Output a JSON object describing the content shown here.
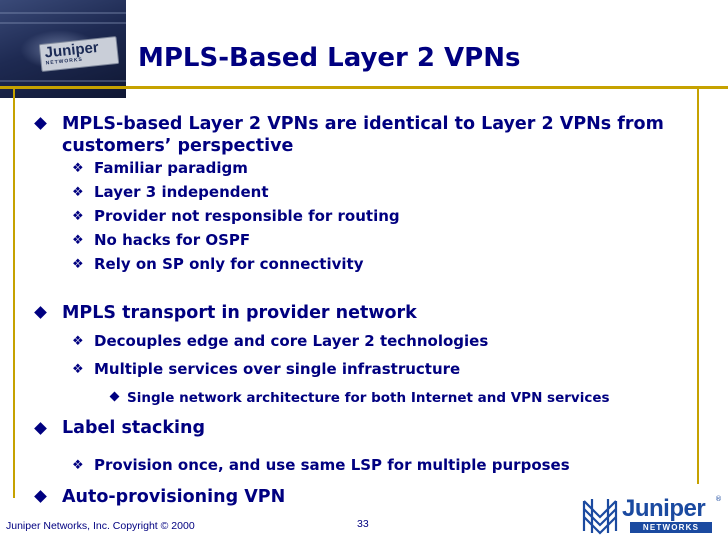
{
  "slide": {
    "title": "MPLS-Based Layer 2 VPNs",
    "header_logo": {
      "name": "Juniper",
      "sub": "NETWORKS"
    },
    "bullets": {
      "b1": {
        "line1": "MPLS-based Layer 2 VPNs are identical to Layer 2 VPNs from",
        "line2": "customers’ perspective",
        "sub": [
          "Familiar paradigm",
          "Layer 3 independent",
          "Provider not responsible for routing",
          "No hacks for OSPF",
          "Rely on SP only for connectivity"
        ]
      },
      "b2": {
        "text": "MPLS transport in provider network",
        "sub": [
          "Decouples edge and core Layer 2 technologies",
          "Multiple services over single infrastructure"
        ],
        "subsub": [
          "Single network architecture for both Internet and VPN services"
        ]
      },
      "b3": {
        "text": "Label stacking",
        "sub": [
          "Provision once, and use same LSP for multiple purposes"
        ]
      },
      "b4": {
        "text": "Auto-provisioning VPN"
      }
    }
  },
  "footer": {
    "copyright": "Juniper Networks, Inc. Copyright © 2000",
    "page_number": "33",
    "logo": {
      "name": "Juniper",
      "sub": "NETWORKS",
      "reg": "®"
    }
  },
  "colors": {
    "text": "#000080",
    "accent_rule": "#c6a200",
    "logo_blue": "#1b4aa0"
  },
  "icons": {
    "level1_bullet": "filled-diamond",
    "level2_bullet": "four-diamond-ornament",
    "level3_bullet": "filled-diamond"
  }
}
